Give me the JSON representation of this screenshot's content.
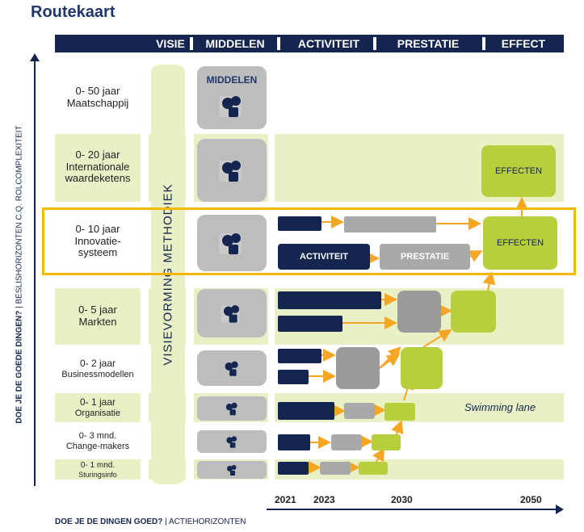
{
  "title": "Routekaart",
  "header": {
    "visie": "VISIE",
    "middelen": "MIDDELEN",
    "activiteit": "ACTIVITEIT",
    "prestatie": "PRESTATIE",
    "effect": "EFFECT"
  },
  "rows": [
    {
      "period": "0- 50 jaar",
      "name": "Maatschappij"
    },
    {
      "period": "0- 20 jaar",
      "name": "Internationale waardeketens"
    },
    {
      "period": "0- 10 jaar",
      "name": "Innovatie-systeem"
    },
    {
      "period": "0- 5 jaar",
      "name": "Markten"
    },
    {
      "period": "0- 2 jaar",
      "name": "Businessmodellen"
    },
    {
      "period": "0- 1 jaar",
      "name": "Organisatie"
    },
    {
      "period": "0- 3 mnd.",
      "name": "Change-makers"
    },
    {
      "period": "0- 1 mnd.",
      "name": "Sturingsinfo"
    }
  ],
  "middelen_label": "MIDDELEN",
  "visie_column_label": "VISIEVORMING METHODIEK",
  "boxes": {
    "effecten_top": "EFFECTEN",
    "effecten_mid": "EFFECTEN",
    "activiteit": "ACTIVITEIT",
    "prestatie": "PRESTATIE"
  },
  "swimming_lane": "Swimming lane",
  "years": [
    "2021",
    "2023",
    "2030",
    "2050"
  ],
  "y_axis": {
    "bold": "DOE JE DE GOEDE DINGEN?",
    "rest": "BESLISHORIZONTEN C.Q. ROLCOMPLEXITEIT"
  },
  "x_axis": {
    "bold": "DOE JE DE DINGEN GOED?",
    "rest": "ACTIEHORIZONTEN"
  },
  "colors": {
    "navy": "#14264f",
    "gray": "#9a9a9a",
    "green": "#b7cf3c",
    "band": "#e9f0c6",
    "highlight": "#f5b800",
    "arrow": "#f5a623"
  }
}
